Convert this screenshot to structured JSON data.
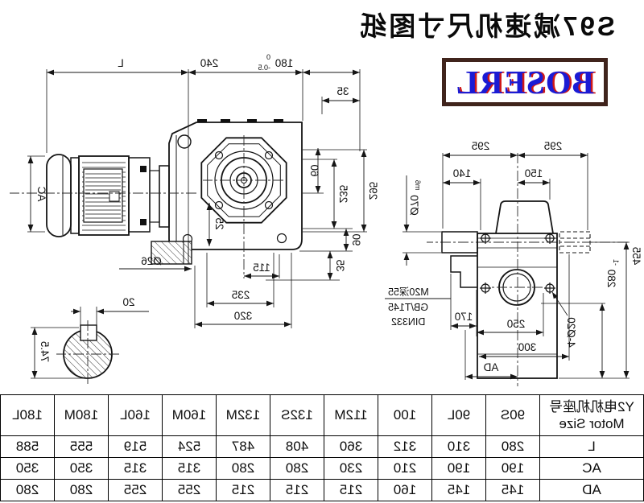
{
  "page": {
    "title": "S97减速机尺寸图纸",
    "logo_text": "BOSERL"
  },
  "front_view": {
    "dim_L": "L",
    "dim_240": "240",
    "dim_180": "180",
    "dim_180_tol_upper": "0",
    "dim_180_tol_lower": "-0.5",
    "dim_35_top": "35",
    "dim_AC": "AC",
    "dim_60": "60",
    "dim_235_side": "235",
    "dim_295_side": "295",
    "dim_90": "90",
    "dim_35_side": "35",
    "dim_25": "25",
    "dim_o26": "Ø26",
    "dim_115": "115",
    "dim_235_bottom": "235",
    "dim_320": "320"
  },
  "side_view": {
    "dim_295_a": "295",
    "dim_295_b": "295",
    "dim_150": "150",
    "dim_140": "140",
    "dim_shaft": "Ø70",
    "dim_shaft_fit": "m6",
    "dim_455": "455",
    "dim_280": "280",
    "dim_280_tol": "-1",
    "dim_holes": "4-Ø20",
    "dim_170": "170",
    "dim_250": "250",
    "dim_300": "300",
    "dim_AD": "AD",
    "note_line1": "M20深55",
    "note_line2": "GB/T145",
    "note_line3": "DIN332"
  },
  "shaft_section": {
    "dim_20": "20",
    "dim_74_5": "74.5"
  },
  "table": {
    "header_cn": "Y2电机机座号",
    "header_en": "Motor Size",
    "columns": [
      "90S",
      "90L",
      "100",
      "112M",
      "132S",
      "132M",
      "160M",
      "160L",
      "180M",
      "180L"
    ],
    "rows": [
      {
        "label": "L",
        "values": [
          280,
          310,
          312,
          360,
          408,
          487,
          524,
          519,
          555,
          588
        ]
      },
      {
        "label": "AC",
        "values": [
          190,
          190,
          210,
          230,
          280,
          280,
          315,
          315,
          350,
          350
        ]
      },
      {
        "label": "AD",
        "values": [
          145,
          145,
          160,
          215,
          215,
          215,
          255,
          255,
          280,
          280
        ]
      }
    ]
  }
}
